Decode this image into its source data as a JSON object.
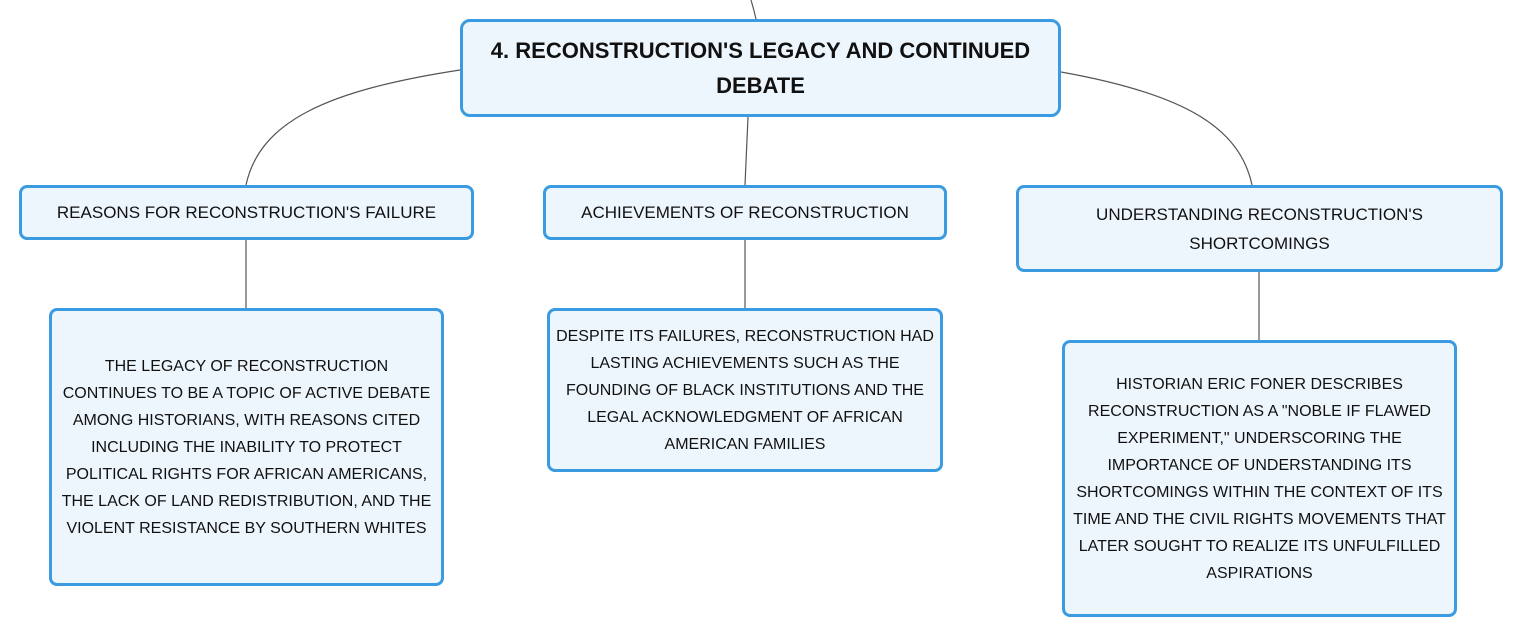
{
  "root": {
    "title": "4. RECONSTRUCTION'S LEGACY AND CONTINUED DEBATE"
  },
  "branches": [
    {
      "label": "REASONS FOR RECONSTRUCTION'S FAILURE",
      "detail": "THE LEGACY OF RECONSTRUCTION CONTINUES TO BE A TOPIC OF ACTIVE DEBATE AMONG HISTORIANS, WITH REASONS CITED INCLUDING THE INABILITY TO PROTECT POLITICAL RIGHTS FOR AFRICAN AMERICANS, THE LACK OF LAND REDISTRIBUTION, AND THE VIOLENT RESISTANCE BY SOUTHERN WHITES"
    },
    {
      "label": "ACHIEVEMENTS OF RECONSTRUCTION",
      "detail": "DESPITE ITS FAILURES, RECONSTRUCTION HAD LASTING ACHIEVEMENTS SUCH AS THE FOUNDING OF BLACK INSTITUTIONS AND THE LEGAL ACKNOWLEDGMENT OF AFRICAN AMERICAN FAMILIES"
    },
    {
      "label": "UNDERSTANDING RECONSTRUCTION'S SHORTCOMINGS",
      "detail": "HISTORIAN ERIC FONER DESCRIBES RECONSTRUCTION AS A \"NOBLE IF FLAWED EXPERIMENT,\" UNDERSCORING THE IMPORTANCE OF UNDERSTANDING ITS SHORTCOMINGS WITHIN THE CONTEXT OF ITS TIME AND THE CIVIL RIGHTS MOVEMENTS THAT LATER SOUGHT TO REALIZE ITS UNFULFILLED ASPIRATIONS"
    }
  ],
  "colors": {
    "node_border": "#3a9be0",
    "node_fill": "#eef6fd",
    "connector": "#555555",
    "text": "#111111"
  }
}
